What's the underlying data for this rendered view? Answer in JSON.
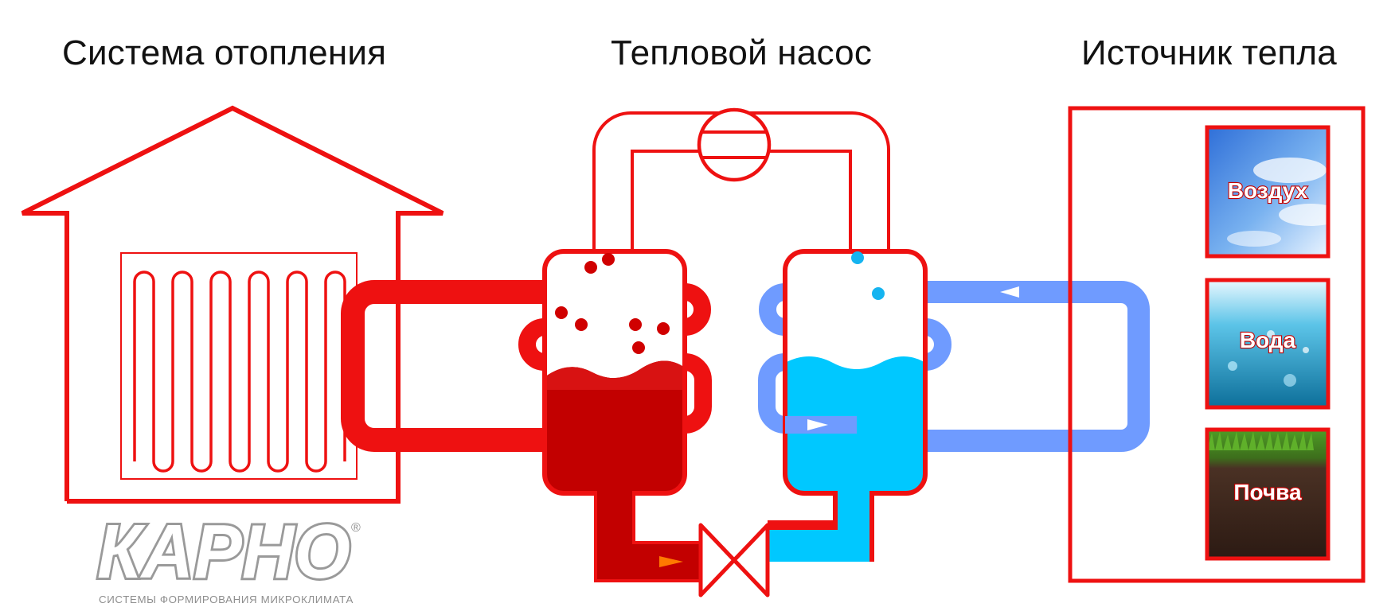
{
  "headings": {
    "heating_system": "Система отопления",
    "heat_pump": "Тепловой насос",
    "heat_source": "Источник тепла"
  },
  "sources": [
    {
      "label": "Воздух",
      "icon": "sky-image"
    },
    {
      "label": "Вода",
      "icon": "water-image"
    },
    {
      "label": "Почва",
      "icon": "soil-image"
    }
  ],
  "logo": {
    "wordmark": "КАРНО",
    "registered": "®",
    "tagline": "СИСТЕМЫ ФОРМИРОВАНИЯ МИКРОКЛИМАТА"
  },
  "colors": {
    "accent_red": "#ee1111",
    "dark_red": "#c20000",
    "cold_blue": "#6f9bff",
    "cold_liquid": "#00c8ff"
  }
}
